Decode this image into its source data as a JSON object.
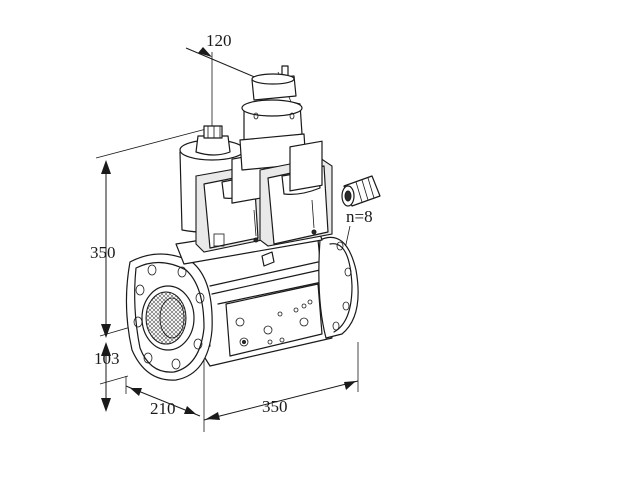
{
  "dimensions": {
    "top_width": "120",
    "height_total": "350",
    "height_lower": "103",
    "depth": "210",
    "length": "350"
  },
  "callout": {
    "bolt_count": "n=8"
  }
}
